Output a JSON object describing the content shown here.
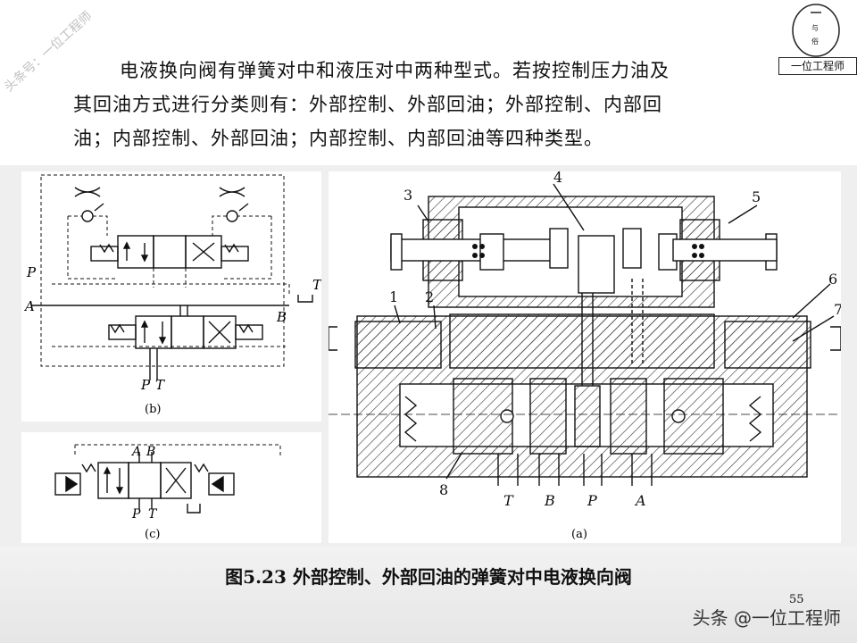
{
  "paragraph": {
    "line1": "电液换向阀有弹簧对中和液压对中两种型式。若按控制压力油及",
    "line2": "其回油方式进行分类则有：外部控制、外部回油；外部控制、内部回",
    "line3": "油；内部控制、外部回油；内部控制、内部回油等四种类型。"
  },
  "figure_caption": "图5.23   外部控制、外部回油的弹簧对中电液换向阀",
  "page_number": "55",
  "watermarks": {
    "diagonal": "头条号：一位工程师",
    "bottom": "头条 @一位工程师",
    "logo_label": "一位工程师"
  },
  "panel_b": {
    "sublabel": "(b)",
    "port_P": "P",
    "port_A": "A",
    "port_B": "B",
    "port_T_right": "T",
    "bottom_P": "P",
    "bottom_T": "T"
  },
  "panel_c": {
    "sublabel": "(c)",
    "top_A": "A",
    "top_B": "B",
    "bottom_P": "P",
    "bottom_T": "T"
  },
  "panel_a": {
    "sublabel": "(a)",
    "callouts": [
      "1",
      "2",
      "3",
      "4",
      "5",
      "6",
      "7",
      "8"
    ],
    "ports": [
      "T",
      "B",
      "P",
      "A"
    ]
  },
  "colors": {
    "band": "#efefef",
    "line": "#111111",
    "hatch": "#333333"
  }
}
